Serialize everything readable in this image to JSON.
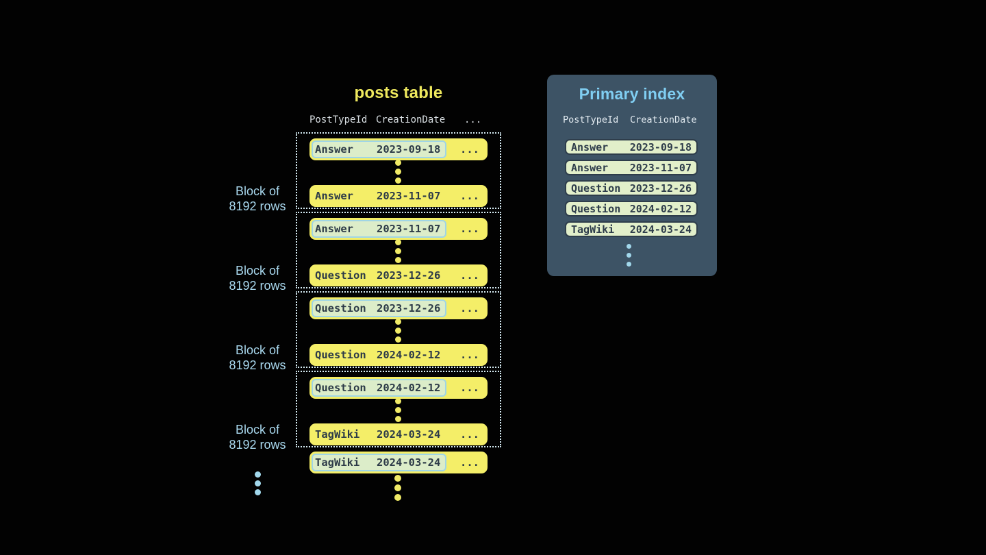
{
  "posts_table": {
    "title": "posts table",
    "columns": [
      "PostTypeId",
      "CreationDate",
      "..."
    ],
    "ellipsis": "...",
    "block_label": {
      "line1": "Block of",
      "line2": "8192 rows"
    },
    "blocks": [
      {
        "first": {
          "type": "Answer",
          "date": "2023-09-18"
        },
        "last": {
          "type": "Answer",
          "date": "2023-11-07"
        }
      },
      {
        "first": {
          "type": "Answer",
          "date": "2023-11-07"
        },
        "last": {
          "type": "Question",
          "date": "2023-12-26"
        }
      },
      {
        "first": {
          "type": "Question",
          "date": "2023-12-26"
        },
        "last": {
          "type": "Question",
          "date": "2024-02-12"
        }
      },
      {
        "first": {
          "type": "Question",
          "date": "2024-02-12"
        },
        "last": {
          "type": "TagWiki",
          "date": "2024-03-24"
        }
      }
    ],
    "overflow_row": {
      "type": "TagWiki",
      "date": "2024-03-24"
    }
  },
  "primary_index": {
    "title": "Primary index",
    "columns": [
      "PostTypeId",
      "CreationDate"
    ],
    "rows": [
      {
        "type": "Answer",
        "date": "2023-09-18"
      },
      {
        "type": "Answer",
        "date": "2023-11-07"
      },
      {
        "type": "Question",
        "date": "2023-12-26"
      },
      {
        "type": "Question",
        "date": "2024-02-12"
      },
      {
        "type": "TagWiki",
        "date": "2024-03-24"
      }
    ]
  },
  "colors": {
    "background": "#020202",
    "row_yellow": "#f4ee68",
    "row_text": "#2d3b48",
    "highlight_fill": "#dcedc9",
    "highlight_border": "#9fd5e6",
    "block_border": "#d6ecf4",
    "label_blue": "#a9d8ee",
    "title_yellow": "#efe95e",
    "panel_background": "#3d5365",
    "panel_title_blue": "#80cef2",
    "index_pill_fill": "#e2efca",
    "index_pill_border": "#2e3d4b",
    "dots_blue": "#a2d8ec"
  }
}
